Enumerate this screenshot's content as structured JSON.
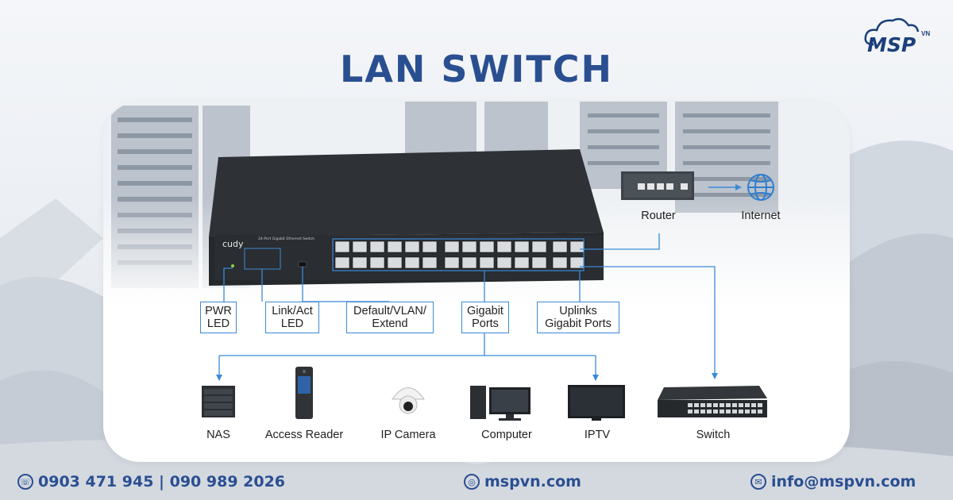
{
  "title": "LAN SWITCH",
  "logo": {
    "text": "MSP",
    "sup": "VN"
  },
  "switch_brand": "cudy",
  "switch_model_text": "24-Port Gigabit Ethernet Switch",
  "callouts": {
    "pwr_led": [
      "PWR",
      "LED"
    ],
    "link_act_led": [
      "Link/Act",
      "LED"
    ],
    "default_vlan": [
      "Default/VLAN/",
      "Extend"
    ],
    "gigabit_ports": [
      "Gigabit",
      "Ports"
    ],
    "uplinks": [
      "Uplinks",
      "Gigabit Ports"
    ]
  },
  "network": {
    "router": "Router",
    "internet": "Internet"
  },
  "devices": [
    "NAS",
    "Access Reader",
    "IP Camera",
    "Computer",
    "IPTV",
    "Switch"
  ],
  "footer": {
    "phone": "0903 471 945  | 090 989 2026",
    "website": "mspvn.com",
    "email": "info@mspvn.com"
  },
  "colors": {
    "title": "#2a4f91",
    "line": "#3b8ad6",
    "switch_body": "#2c2f33"
  }
}
